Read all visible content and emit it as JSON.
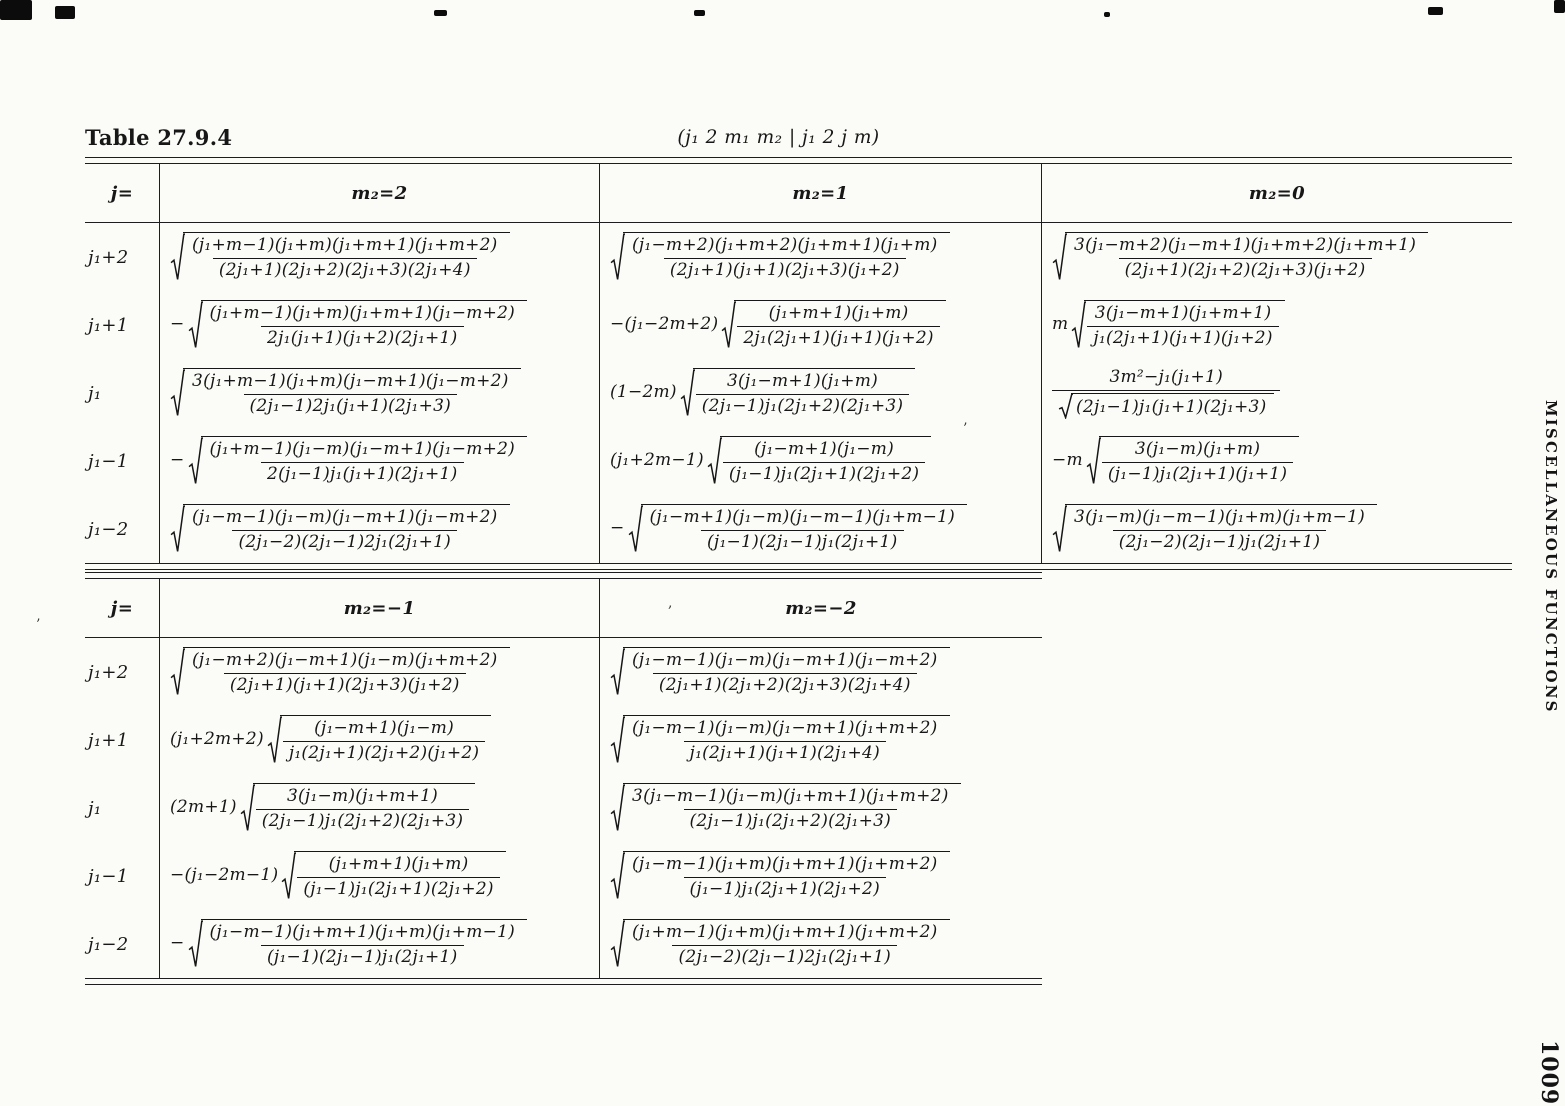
{
  "page": {
    "table_label": "Table 27.9.4",
    "table_title": "(j₁ 2 m₁ m₂ | j₁ 2 j m)",
    "side_label": "MISCELLANEOUS FUNCTIONS",
    "page_number": "1009"
  },
  "tables": [
    {
      "name": "upper",
      "corner_label": "j=",
      "column_headers": [
        "m₂=2",
        "m₂=1",
        "m₂=0"
      ],
      "rows": [
        {
          "label": "j₁+2",
          "cells": [
            {
              "num": "(j₁+m−1)(j₁+m)(j₁+m+1)(j₁+m+2)",
              "den": "(2j₁+1)(2j₁+2)(2j₁+3)(2j₁+4)"
            },
            {
              "num": "(j₁−m+2)(j₁+m+2)(j₁+m+1)(j₁+m)",
              "den": "(2j₁+1)(j₁+1)(2j₁+3)(j₁+2)"
            },
            {
              "num": "3(j₁−m+2)(j₁−m+1)(j₁+m+2)(j₁+m+1)",
              "den": "(2j₁+1)(2j₁+2)(2j₁+3)(j₁+2)"
            }
          ]
        },
        {
          "label": "j₁+1",
          "cells": [
            {
              "pre": "−",
              "num": "(j₁+m−1)(j₁+m)(j₁+m+1)(j₁−m+2)",
              "den": "2j₁(j₁+1)(j₁+2)(2j₁+1)"
            },
            {
              "pre": "−(j₁−2m+2)",
              "num": "(j₁+m+1)(j₁+m)",
              "den": "2j₁(2j₁+1)(j₁+1)(j₁+2)"
            },
            {
              "pre": "m",
              "num": "3(j₁−m+1)(j₁+m+1)",
              "den": "j₁(2j₁+1)(j₁+1)(j₁+2)"
            }
          ]
        },
        {
          "label": "j₁",
          "cells": [
            {
              "num": "3(j₁+m−1)(j₁+m)(j₁−m+1)(j₁−m+2)",
              "den": "(2j₁−1)2j₁(j₁+1)(2j₁+3)"
            },
            {
              "pre": "(1−2m)",
              "num": "3(j₁−m+1)(j₁+m)",
              "den": "(2j₁−1)j₁(2j₁+2)(2j₁+3)"
            },
            {
              "form": "over-sqrt",
              "num": "3m²−j₁(j₁+1)",
              "den": "(2j₁−1)j₁(j₁+1)(2j₁+3)"
            }
          ]
        },
        {
          "label": "j₁−1",
          "cells": [
            {
              "pre": "−",
              "num": "(j₁+m−1)(j₁−m)(j₁−m+1)(j₁−m+2)",
              "den": "2(j₁−1)j₁(j₁+1)(2j₁+1)"
            },
            {
              "pre": "(j₁+2m−1)",
              "num": "(j₁−m+1)(j₁−m)",
              "den": "(j₁−1)j₁(2j₁+1)(2j₁+2)"
            },
            {
              "pre": "−m",
              "num": "3(j₁−m)(j₁+m)",
              "den": "(j₁−1)j₁(2j₁+1)(j₁+1)"
            }
          ]
        },
        {
          "label": "j₁−2",
          "cells": [
            {
              "num": "(j₁−m−1)(j₁−m)(j₁−m+1)(j₁−m+2)",
              "den": "(2j₁−2)(2j₁−1)2j₁(2j₁+1)"
            },
            {
              "pre": "−",
              "num": "(j₁−m+1)(j₁−m)(j₁−m−1)(j₁+m−1)",
              "den": "(j₁−1)(2j₁−1)j₁(2j₁+1)"
            },
            {
              "num": "3(j₁−m)(j₁−m−1)(j₁+m)(j₁+m−1)",
              "den": "(2j₁−2)(2j₁−1)j₁(2j₁+1)"
            }
          ]
        }
      ]
    },
    {
      "name": "lower",
      "corner_label": "j=",
      "column_headers": [
        "m₂=−1",
        "m₂=−2"
      ],
      "rows": [
        {
          "label": "j₁+2",
          "cells": [
            {
              "num": "(j₁−m+2)(j₁−m+1)(j₁−m)(j₁+m+2)",
              "den": "(2j₁+1)(j₁+1)(2j₁+3)(j₁+2)"
            },
            {
              "num": "(j₁−m−1)(j₁−m)(j₁−m+1)(j₁−m+2)",
              "den": "(2j₁+1)(2j₁+2)(2j₁+3)(2j₁+4)"
            }
          ]
        },
        {
          "label": "j₁+1",
          "cells": [
            {
              "pre": "(j₁+2m+2)",
              "num": "(j₁−m+1)(j₁−m)",
              "den": "j₁(2j₁+1)(2j₁+2)(j₁+2)"
            },
            {
              "num": "(j₁−m−1)(j₁−m)(j₁−m+1)(j₁+m+2)",
              "den": "j₁(2j₁+1)(j₁+1)(2j₁+4)"
            }
          ]
        },
        {
          "label": "j₁",
          "cells": [
            {
              "pre": "(2m+1)",
              "num": "3(j₁−m)(j₁+m+1)",
              "den": "(2j₁−1)j₁(2j₁+2)(2j₁+3)"
            },
            {
              "num": "3(j₁−m−1)(j₁−m)(j₁+m+1)(j₁+m+2)",
              "den": "(2j₁−1)j₁(2j₁+2)(2j₁+3)"
            }
          ]
        },
        {
          "label": "j₁−1",
          "cells": [
            {
              "pre": "−(j₁−2m−1)",
              "num": "(j₁+m+1)(j₁+m)",
              "den": "(j₁−1)j₁(2j₁+1)(2j₁+2)"
            },
            {
              "num": "(j₁−m−1)(j₁+m)(j₁+m+1)(j₁+m+2)",
              "den": "(j₁−1)j₁(2j₁+1)(2j₁+2)"
            }
          ]
        },
        {
          "label": "j₁−2",
          "cells": [
            {
              "pre": "−",
              "num": "(j₁−m−1)(j₁+m+1)(j₁+m)(j₁+m−1)",
              "den": "(j₁−1)(2j₁−1)j₁(2j₁+1)"
            },
            {
              "num": "(j₁+m−1)(j₁+m)(j₁+m+1)(j₁+m+2)",
              "den": "(2j₁−2)(2j₁−1)2j₁(2j₁+1)"
            }
          ]
        }
      ]
    }
  ]
}
